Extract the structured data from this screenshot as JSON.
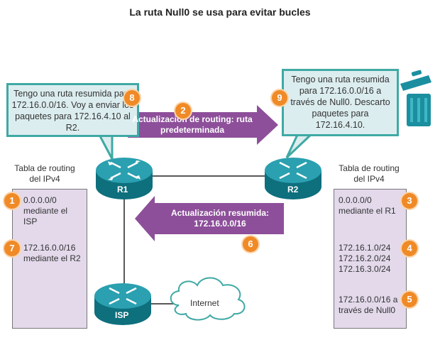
{
  "title": "La ruta Null0 se usa para evitar bucles",
  "callouts": {
    "left": "Tengo una ruta resumida para 172.16.0.0/16. Voy a enviar los paquetes para 172.16.4.10 al R2.",
    "right": "Tengo una ruta resumida para 172.16.0.0/16 a través de Null0. Descarto paquetes para 172.16.4.10."
  },
  "arrows": {
    "top": "Actualización de routing: ruta predeterminada",
    "bottom": "Actualización resumida: 172.16.0.0/16"
  },
  "routers": {
    "r1": "R1",
    "r2": "R2",
    "isp": "ISP"
  },
  "cloud": "Internet",
  "tables": {
    "left_heading": "Tabla de routing del IPv4",
    "right_heading": "Tabla de routing del IPv4",
    "left_entries": [
      "0.0.0.0/0 mediante el ISP",
      "172.16.0.0/16 mediante el R2"
    ],
    "right_entries": [
      "0.0.0.0/0 mediante el R1",
      "172.16.1.0/24 172.16.2.0/24 172.16.3.0/24",
      "172.16.0.0/16 a través de Null0"
    ]
  },
  "badges": [
    "1",
    "2",
    "3",
    "4",
    "5",
    "6",
    "7",
    "8",
    "9"
  ],
  "icons": [
    "router-icon",
    "trash-can-icon",
    "cloud-icon"
  ],
  "colors": {
    "callout_border": "#3fa9a4",
    "callout_fill": "#dcedef",
    "arrow": "#8d4f9a",
    "badge": "#ef8a27",
    "router": "#1b8fa0",
    "table_fill": "#e3d9eb"
  }
}
